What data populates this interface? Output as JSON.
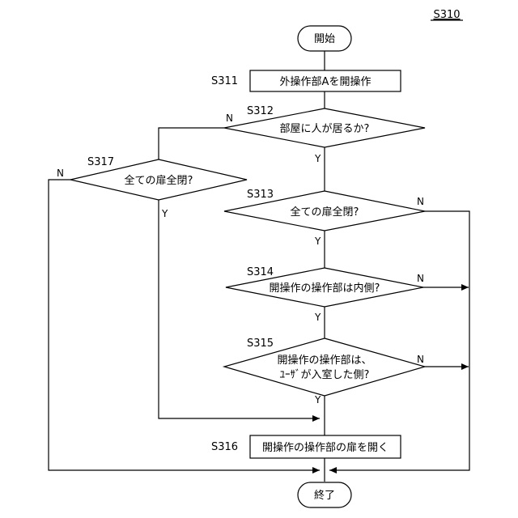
{
  "figure_label": "S310",
  "nodes": {
    "start": {
      "text": "開始"
    },
    "s311": {
      "step": "S311",
      "text": "外操作部Aを開操作"
    },
    "s312": {
      "step": "S312",
      "text": "部屋に人が居るか?"
    },
    "s313": {
      "step": "S313",
      "text": "全ての扉全閉?"
    },
    "s314": {
      "step": "S314",
      "text": "開操作の操作部は内側?"
    },
    "s315": {
      "step": "S315",
      "text_line1": "開操作の操作部は、",
      "text_line2": "ﾕｰｻﾞが入室した側?"
    },
    "s316": {
      "step": "S316",
      "text": "開操作の操作部の扉を開く"
    },
    "s317": {
      "step": "S317",
      "text": "全ての扉全閉?"
    },
    "end": {
      "text": "終了"
    }
  },
  "branch_labels": {
    "s312_no": "N",
    "s312_yes": "Y",
    "s313_no": "N",
    "s313_yes": "Y",
    "s314_no": "N",
    "s314_yes": "Y",
    "s315_no": "N",
    "s315_yes": "Y",
    "s317_no": "N",
    "s317_yes": "Y"
  }
}
